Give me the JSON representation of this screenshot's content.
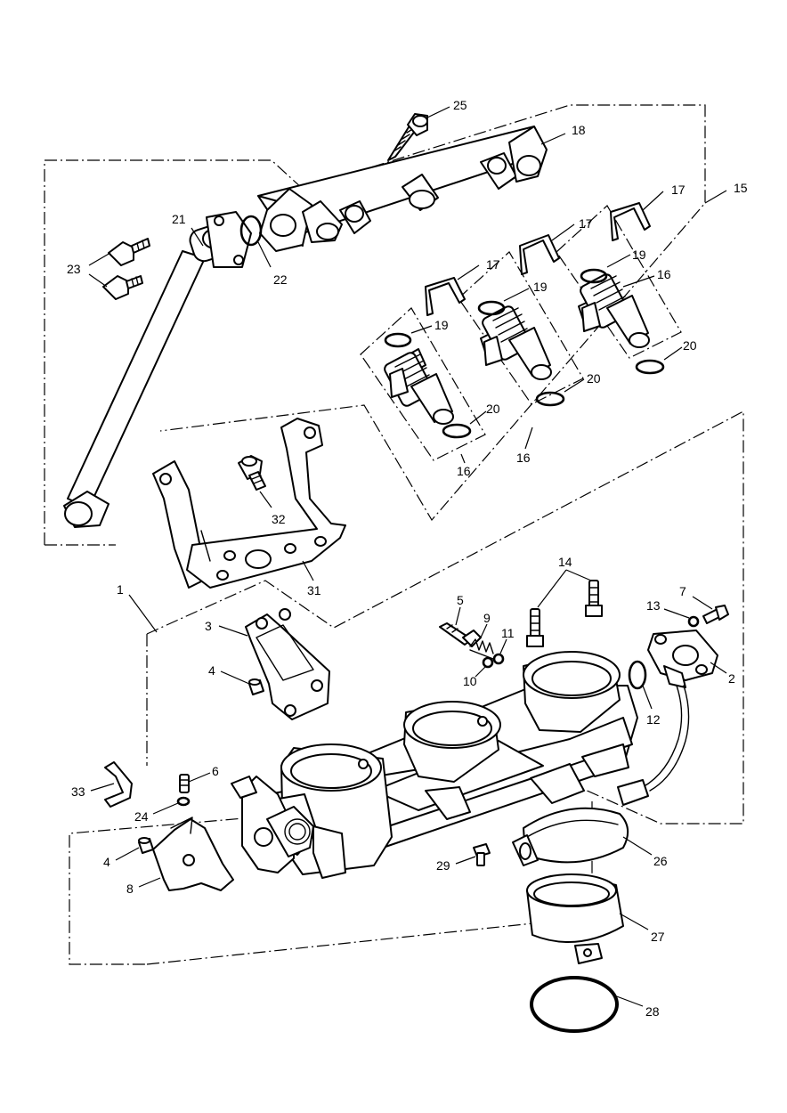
{
  "callouts": [
    {
      "id": "c1",
      "label": "1"
    },
    {
      "id": "c2",
      "label": "2"
    },
    {
      "id": "c3",
      "label": "3"
    },
    {
      "id": "c4a",
      "label": "4"
    },
    {
      "id": "c4b",
      "label": "4"
    },
    {
      "id": "c5",
      "label": "5"
    },
    {
      "id": "c6",
      "label": "6"
    },
    {
      "id": "c7",
      "label": "7"
    },
    {
      "id": "c8",
      "label": "8"
    },
    {
      "id": "c9",
      "label": "9"
    },
    {
      "id": "c10",
      "label": "10"
    },
    {
      "id": "c11",
      "label": "11"
    },
    {
      "id": "c12",
      "label": "12"
    },
    {
      "id": "c13",
      "label": "13"
    },
    {
      "id": "c14",
      "label": "14"
    },
    {
      "id": "c15",
      "label": "15"
    },
    {
      "id": "c16a",
      "label": "16"
    },
    {
      "id": "c16b",
      "label": "16"
    },
    {
      "id": "c16c",
      "label": "16"
    },
    {
      "id": "c17a",
      "label": "17"
    },
    {
      "id": "c17b",
      "label": "17"
    },
    {
      "id": "c17c",
      "label": "17"
    },
    {
      "id": "c18",
      "label": "18"
    },
    {
      "id": "c19a",
      "label": "19"
    },
    {
      "id": "c19b",
      "label": "19"
    },
    {
      "id": "c19c",
      "label": "19"
    },
    {
      "id": "c20a",
      "label": "20"
    },
    {
      "id": "c20b",
      "label": "20"
    },
    {
      "id": "c20c",
      "label": "20"
    },
    {
      "id": "c21",
      "label": "21"
    },
    {
      "id": "c22",
      "label": "22"
    },
    {
      "id": "c23",
      "label": "23"
    },
    {
      "id": "c24",
      "label": "24"
    },
    {
      "id": "c25",
      "label": "25"
    },
    {
      "id": "c26",
      "label": "26"
    },
    {
      "id": "c27",
      "label": "27"
    },
    {
      "id": "c28",
      "label": "28"
    },
    {
      "id": "c29",
      "label": "29"
    },
    {
      "id": "c31",
      "label": "31"
    },
    {
      "id": "c32",
      "label": "32"
    },
    {
      "id": "c33",
      "label": "33"
    }
  ]
}
